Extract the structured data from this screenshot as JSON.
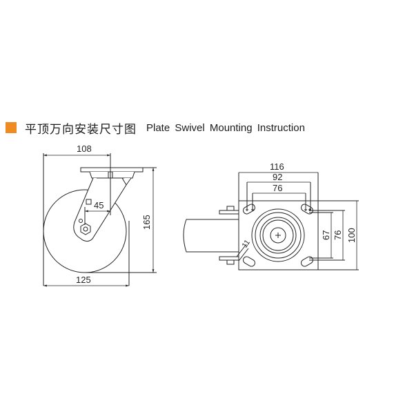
{
  "heading": {
    "marker_color": "#ef8b22",
    "title_cn": "平顶万向安装尺寸图",
    "title_en": "Plate Swivel Mounting Instruction"
  },
  "side_view": {
    "dim_top_width": "108",
    "dim_offset": "45",
    "dim_height": "165",
    "dim_wheel_diameter": "125"
  },
  "top_view": {
    "dim_plate_width": "116",
    "dim_hole_outer_spacing": "92",
    "dim_hole_inner_spacing": "76",
    "dim_hole_inner_vertical": "67",
    "dim_hole_outer_vertical": "76",
    "dim_plate_length": "100",
    "dim_slot_width": "11"
  }
}
